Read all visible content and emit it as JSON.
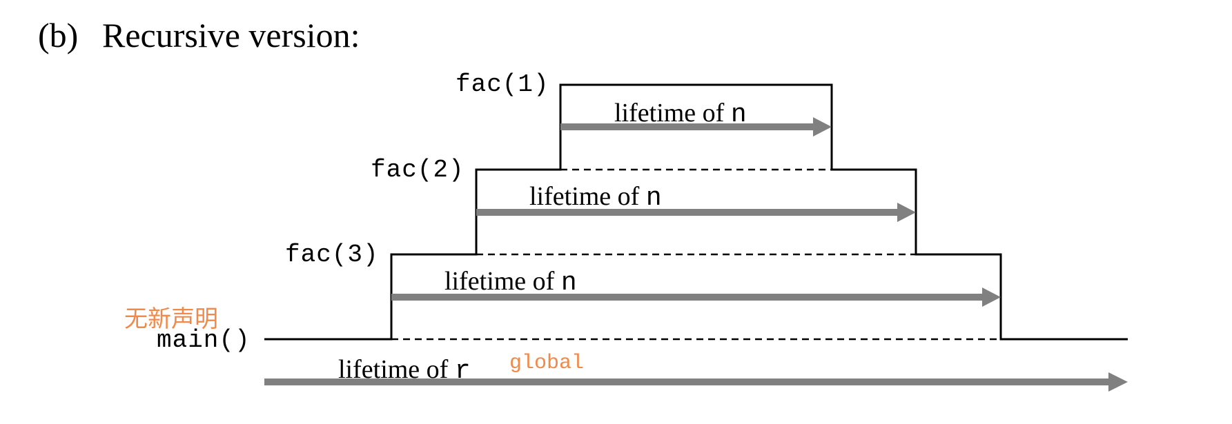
{
  "heading": {
    "label": "(b)",
    "title": "Recursive version:"
  },
  "frames": {
    "main": "main()",
    "fac3": "fac(3)",
    "fac2": "fac(2)",
    "fac1": "fac(1)"
  },
  "lifetimes": {
    "prefix": "lifetime of ",
    "local_var": "n",
    "global_var": "r"
  },
  "annotations": {
    "no_new_declaration": "无新声明",
    "global": "global",
    "color": "#f08a4b"
  },
  "colors": {
    "arrow": "#808080",
    "line": "#000000"
  }
}
